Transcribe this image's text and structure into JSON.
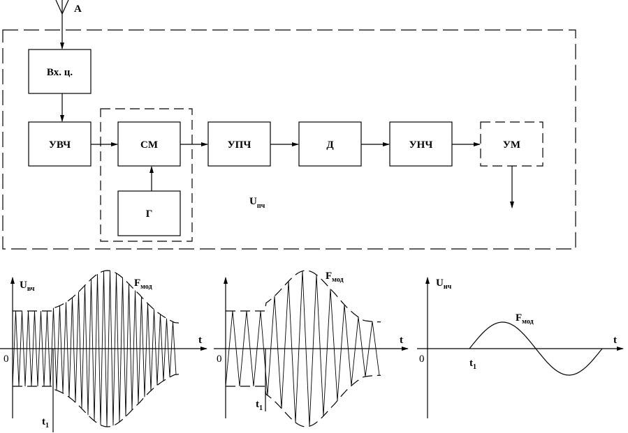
{
  "antenna": {
    "label": "А"
  },
  "blocks": {
    "input": "Вх. ц.",
    "rf_amp": "УВЧ",
    "mixer": "СМ",
    "oscillator": "Г",
    "if_amp": "УПЧ",
    "detector": "Д",
    "lf_amp": "УНЧ",
    "power_amp": "УМ"
  },
  "if_signal_label": {
    "main": "U",
    "sub": "пч"
  },
  "plots": [
    {
      "y_label": {
        "main": "U",
        "sub": "вч"
      },
      "envelope_label": {
        "main": "F",
        "sub": "мод"
      },
      "x_label": "t",
      "origin": "0",
      "t1_label": {
        "main": "t",
        "sub": "1"
      }
    },
    {
      "envelope_label": {
        "main": "F",
        "sub": "мод"
      },
      "x_label": "t",
      "origin": "0",
      "t1_label": {
        "main": "t",
        "sub": "1"
      }
    },
    {
      "y_label": {
        "main": "U",
        "sub": "нч"
      },
      "curve_label": {
        "main": "F",
        "sub": "мод"
      },
      "x_label": "t",
      "origin": "0",
      "t1_label": {
        "main": "t",
        "sub": "1"
      }
    }
  ]
}
